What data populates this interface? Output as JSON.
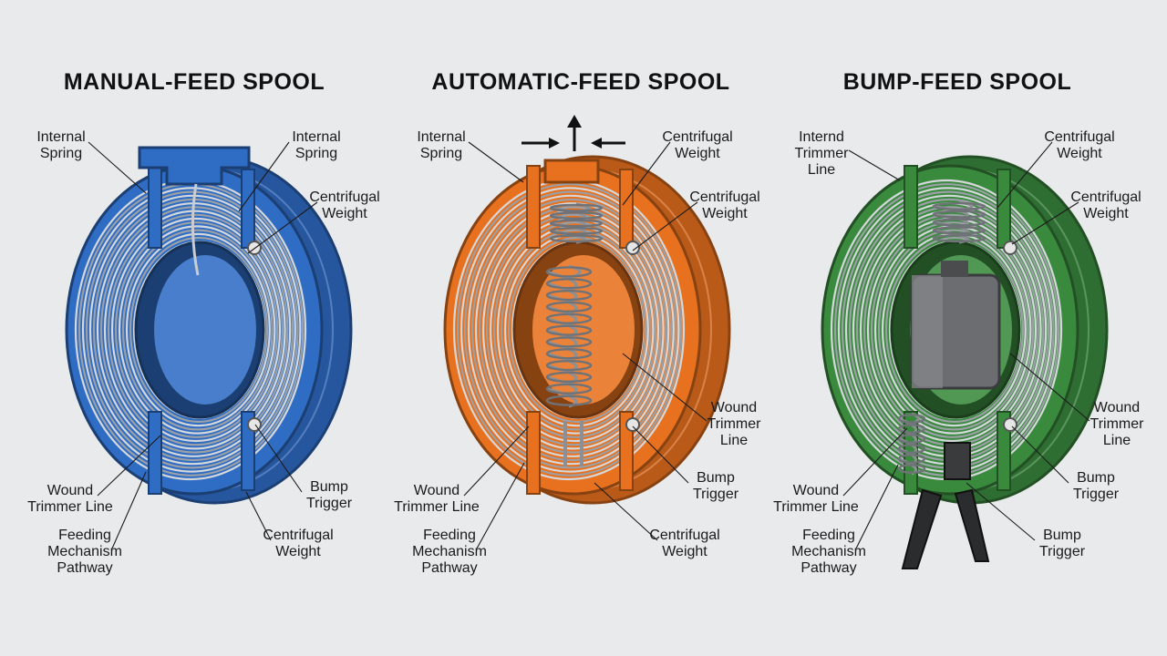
{
  "diagrams": [
    {
      "title": "MANUAL-FEED SPOOL",
      "body_color": "#2f6cc4",
      "labels": [
        {
          "lines": [
            "Internal",
            "Spring"
          ]
        },
        {
          "lines": [
            "Internal",
            "Spring"
          ]
        },
        {
          "lines": [
            "Centrifugal",
            "Weight"
          ]
        },
        {
          "lines": [
            "Wound",
            "Trimmer Line"
          ]
        },
        {
          "lines": [
            "Bump",
            "Trigger"
          ]
        },
        {
          "lines": [
            "Feeding",
            "Mechanism",
            "Pathway"
          ]
        },
        {
          "lines": [
            "Centrifugal",
            "Weight"
          ]
        }
      ]
    },
    {
      "title": "AUTOMATIC-FEED SPOOL",
      "body_color": "#e8711f",
      "labels": [
        {
          "lines": [
            "Internal",
            "Spring"
          ]
        },
        {
          "lines": [
            "Centrifugal",
            "Weight"
          ]
        },
        {
          "lines": [
            "Centrifugal",
            "Weight"
          ]
        },
        {
          "lines": [
            "Wound",
            "Trimmer",
            "Line"
          ]
        },
        {
          "lines": [
            "Wound",
            "Trimmer Line"
          ]
        },
        {
          "lines": [
            "Bump",
            "Trigger"
          ]
        },
        {
          "lines": [
            "Feeding",
            "Mechanism",
            "Pathway"
          ]
        },
        {
          "lines": [
            "Centrifugal",
            "Weight"
          ]
        }
      ]
    },
    {
      "title": "BUMP-FEED SPOOL",
      "body_color": "#3a8a3e",
      "labels": [
        {
          "lines": [
            "Internd",
            "Trimmer",
            "Line"
          ]
        },
        {
          "lines": [
            "Centrifugal",
            "Weight"
          ]
        },
        {
          "lines": [
            "Centrifugal",
            "Weight"
          ]
        },
        {
          "lines": [
            "Wound",
            "Trimmer",
            "Line"
          ]
        },
        {
          "lines": [
            "Wound",
            "Trimmer Line"
          ]
        },
        {
          "lines": [
            "Bump",
            "Trigger"
          ]
        },
        {
          "lines": [
            "Feeding",
            "Mechanism",
            "Pathway"
          ]
        },
        {
          "lines": [
            "Bump",
            "Trigger"
          ]
        }
      ]
    }
  ]
}
